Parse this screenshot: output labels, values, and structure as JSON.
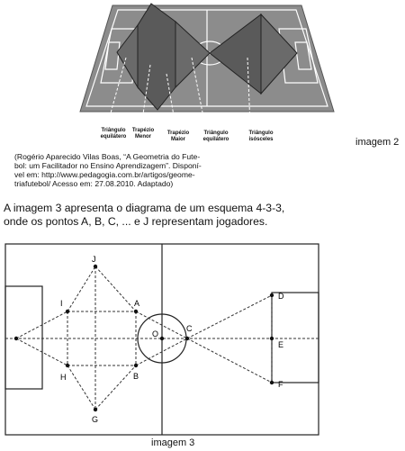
{
  "figure1": {
    "labels": [
      "Triângulo\nequilátero",
      "Trapézio\nMenor",
      "Trapézio\nMaior",
      "Triângulo\nequilátero",
      "Triângulo\nisósceles"
    ],
    "caption": "imagem 2"
  },
  "citation": "(Rogério Aparecido Vilas Boas, “A Geometria do Fute-\nbol: um Facilitador no Ensino Aprendizagem”. Disponí-\nvel em: http://www.pedagogia.com.br/artigos/geome-\ntriafutebol/ Acesso em: 27.08.2010. Adaptado)",
  "paragraph": "A imagem 3 apresenta o diagrama de um esquema 4-3-3,\nonde os pontos A, B, C, ... e J representam jogadores.",
  "figure3": {
    "points": {
      "A": "A",
      "B": "B",
      "C": "C",
      "D": "D",
      "E": "E",
      "F": "F",
      "G": "G",
      "H": "H",
      "I": "I",
      "J": "J",
      "O": "O"
    },
    "caption": "imagem 3"
  },
  "colors": {
    "field": "#8c8c8c",
    "lines": "#ffffff",
    "shape": "#555555",
    "diagram": "#222222"
  }
}
